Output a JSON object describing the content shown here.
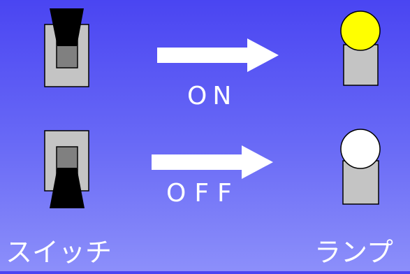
{
  "rows": [
    {
      "state_label": "ON",
      "switch_position": "up",
      "lamp_lit": true,
      "lamp_color": "#ffff00"
    },
    {
      "state_label": "OFF",
      "switch_position": "down",
      "lamp_lit": false,
      "lamp_color": "#ffffff"
    }
  ],
  "captions": {
    "switch": "スイッチ",
    "lamp": "ランプ"
  },
  "colors": {
    "background_top": "#4a45f2",
    "background_bottom": "#8c8ffa",
    "switch_plate": "#c4c4c4",
    "switch_slot": "#808080",
    "switch_lever": "#000000",
    "lamp_base": "#c4c4c4",
    "arrow": "#ffffff"
  }
}
